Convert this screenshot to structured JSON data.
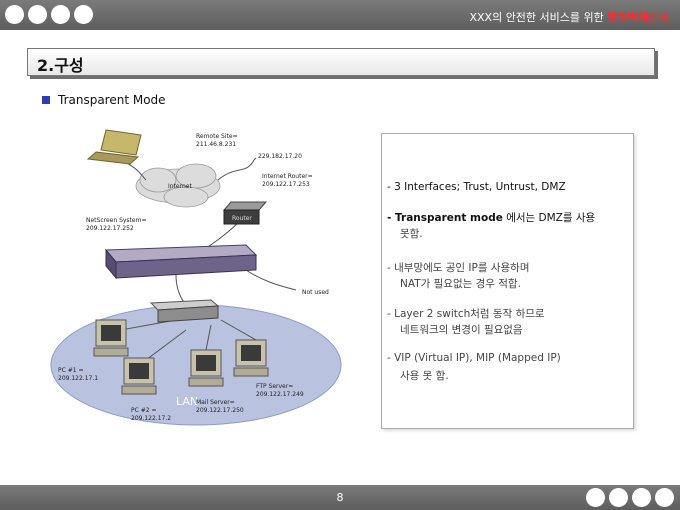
{
  "header": {
    "text": "XXX의 안전한 서비스를 위한",
    "accent": "방화벽제안서"
  },
  "title": "2.구성",
  "subtitle": "Transparent Mode",
  "figure": {
    "remote_site": "Remote Site=",
    "remote_ip": "211.46.8.231",
    "router_ip_top": "229.182.17.20",
    "internet_router": "Internet Router=",
    "router_ip": "209.122.17.253",
    "internet": "Internet",
    "router": "Router",
    "netscreen": "NetScreen System=",
    "netscreen_ip": "209.122.17.252",
    "not_used": "Not used",
    "pc1": "PC #1 =",
    "pc1_ip": "209.122.17.1",
    "lan": "LAN",
    "mail_server": "Mail Server=",
    "mail_ip": "209.122.17.250",
    "ftp_server": "FTP Server=",
    "ftp_ip": "209.122.17.249",
    "pc2": "PC #2 =",
    "pc2_ip": "209.122.17.2"
  },
  "info": {
    "line1": "- 3 Interfaces; Trust, Untrust, DMZ",
    "line2_bold": "- Transparent mode",
    "line2_rest": " 에서는 DMZ를 사용",
    "line2b": "못함.",
    "line3": "- 내부망에도 공인 IP를 사용하며",
    "line3b": "NAT가 필요없는 경우 적합.",
    "line4": "- Layer 2 switch처럼 동작 하므로",
    "line4b": "네트워크의 변경이 필요없음",
    "line5": "- VIP (Virtual IP), MIP (Mapped IP)",
    "line5b": "사용 못 함."
  },
  "footer": {
    "page": "8"
  }
}
